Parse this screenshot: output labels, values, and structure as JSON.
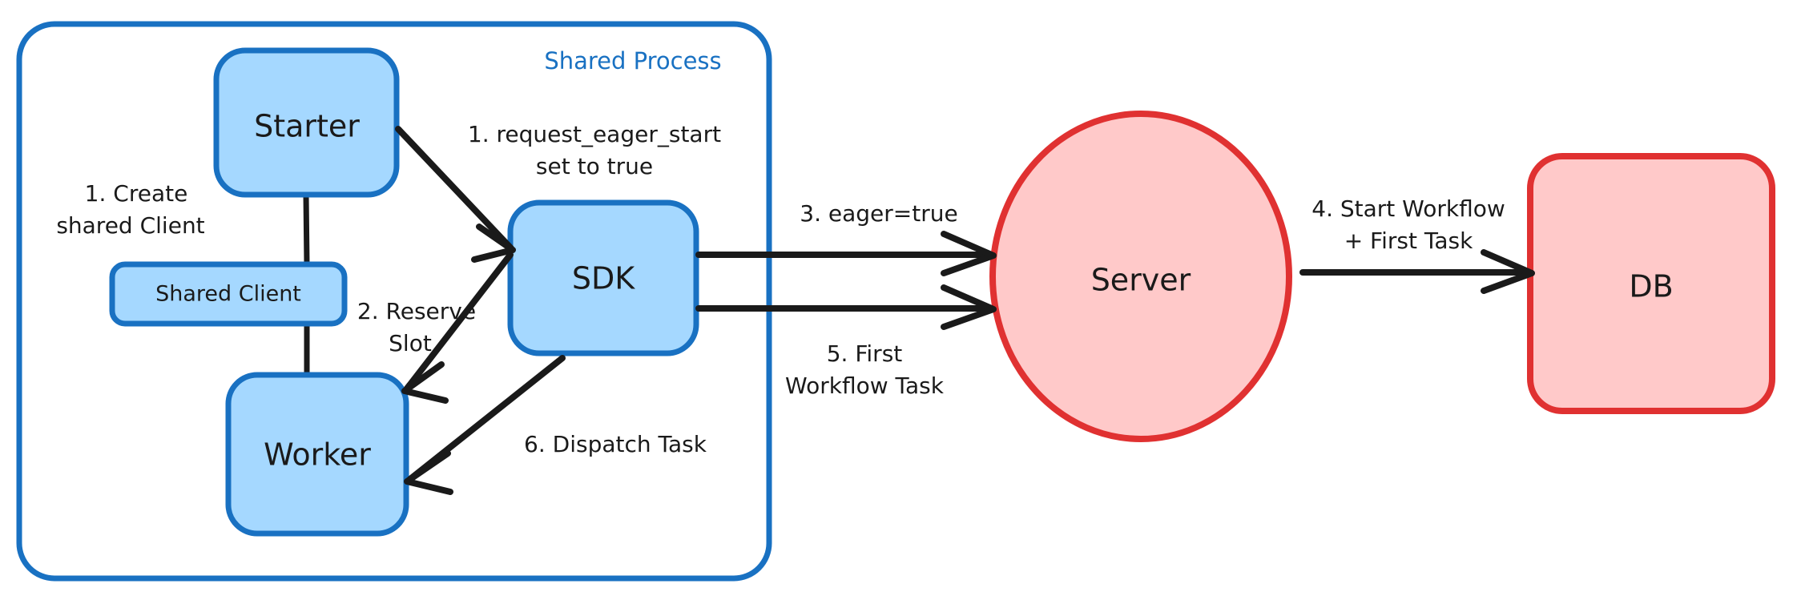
{
  "diagram": {
    "title": "Eager Workflow Start sequence",
    "colors": {
      "blue_stroke": "#1971c2",
      "blue_fill": "#a5d8ff",
      "red_stroke": "#e03131",
      "red_fill": "#ffc9c9",
      "edge": "#1a1a1a",
      "background": "#ffffff"
    },
    "group": {
      "label": "Shared Process"
    },
    "nodes": [
      {
        "id": "starter",
        "label": "Starter",
        "shape": "rounded-rect",
        "color": "blue"
      },
      {
        "id": "shared-client",
        "label": "Shared Client",
        "shape": "rounded-rect",
        "color": "blue"
      },
      {
        "id": "worker",
        "label": "Worker",
        "shape": "rounded-rect",
        "color": "blue"
      },
      {
        "id": "sdk",
        "label": "SDK",
        "shape": "rounded-rect",
        "color": "blue"
      },
      {
        "id": "server",
        "label": "Server",
        "shape": "ellipse",
        "color": "red"
      },
      {
        "id": "db",
        "label": "DB",
        "shape": "rounded-rect",
        "color": "red"
      }
    ],
    "edges": [
      {
        "id": "create-shared-client",
        "from": "starter",
        "to": "worker",
        "label_lines": [
          "1. Create",
          "shared Client"
        ],
        "arrow": false
      },
      {
        "id": "request-eager-start",
        "from": "starter",
        "to": "sdk",
        "label_lines": [
          "1. request_eager_start",
          "set to true"
        ],
        "arrow": true
      },
      {
        "id": "reserve-slot",
        "from": "sdk",
        "to": "worker",
        "label_lines": [
          "2. Reserve",
          "Slot"
        ],
        "arrow": true
      },
      {
        "id": "eager-true",
        "from": "sdk",
        "to": "server",
        "label_lines": [
          "3. eager=true"
        ],
        "arrow": true
      },
      {
        "id": "start-workflow",
        "from": "server",
        "to": "db",
        "label_lines": [
          "4. Start Workflow",
          "+ First Task"
        ],
        "arrow": true
      },
      {
        "id": "first-workflow-task",
        "from": "server",
        "to": "sdk",
        "label_lines": [
          "5. First",
          "Workflow Task"
        ],
        "arrow": true
      },
      {
        "id": "dispatch-task",
        "from": "sdk",
        "to": "worker",
        "label_lines": [
          "6. Dispatch Task"
        ],
        "arrow": true
      }
    ]
  }
}
